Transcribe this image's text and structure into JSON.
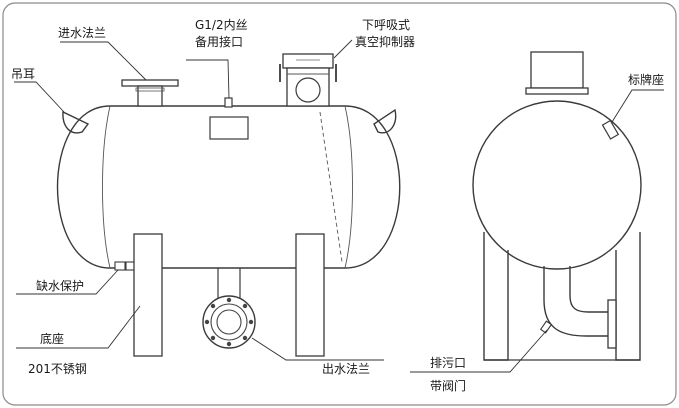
{
  "labels": {
    "inlet_flange": "进水法兰",
    "spare_port_1": "G1/2内丝",
    "spare_port_2": "备用接口",
    "vacuum_suppressor_1": "下呼吸式",
    "vacuum_suppressor_2": "真空抑制器",
    "lifting_lug": "吊耳",
    "water_shortage": "缺水保护",
    "base": "底座",
    "base_material": "201不锈钢",
    "outlet_flange": "出水法兰",
    "nameplate_seat": "标牌座",
    "drain_1": "排污口",
    "drain_2": "带阀门"
  }
}
